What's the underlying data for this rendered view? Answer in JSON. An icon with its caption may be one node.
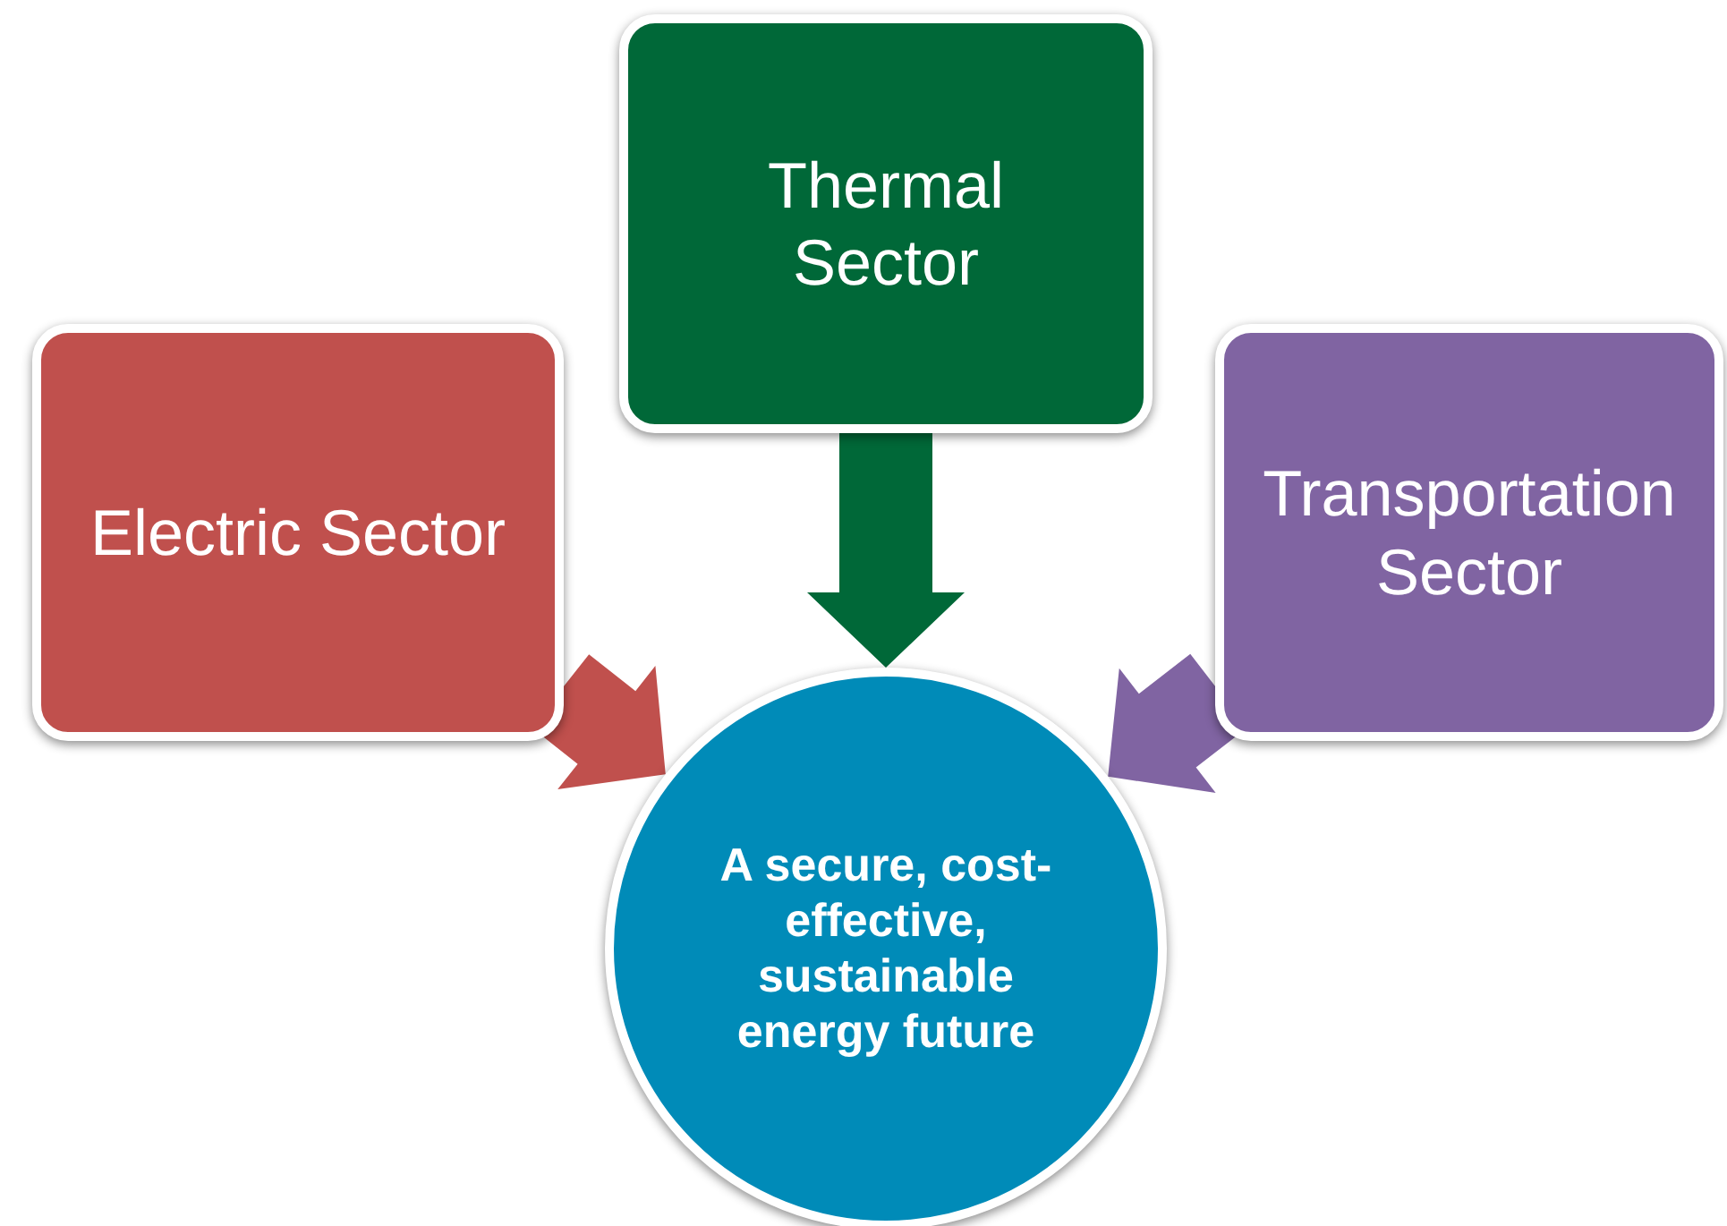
{
  "diagram": {
    "nodes": [
      {
        "text": [
          "Electric Sector"
        ]
      },
      {
        "text": [
          "Thermal Sector"
        ]
      },
      {
        "text": [
          "Transportation Sector"
        ]
      },
      {
        "text": [
          "A secure, cost-effective, sustainable energy future"
        ]
      }
    ],
    "edges": [
      {
        "from": 0,
        "to": 3,
        "arrow": "to",
        "style": "thick",
        "color": "#c0504d"
      },
      {
        "from": 1,
        "to": 3,
        "arrow": "to",
        "style": "thick",
        "color": "#006838"
      },
      {
        "from": 2,
        "to": 3,
        "arrow": "to",
        "style": "thick",
        "color": "#8064a2"
      }
    ]
  }
}
